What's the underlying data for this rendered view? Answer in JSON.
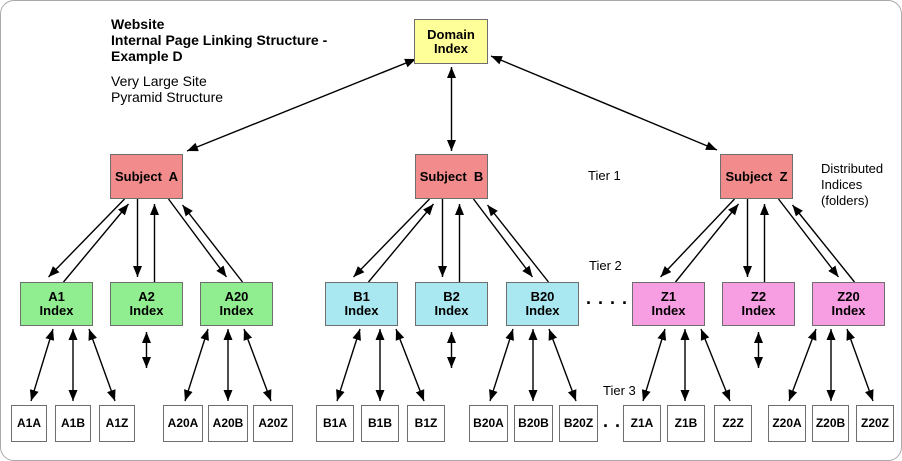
{
  "header": {
    "title": "Website\nInternal Page Linking Structure -\nExample D",
    "subtitle": "Very Large Site\nPyramid Structure"
  },
  "annotations": {
    "tier1_label": "Tier 1",
    "tier2_label": "Tier 2",
    "tier3_label": "Tier 3",
    "distributed_label": "Distributed\nIndices\n(folders)",
    "tier2_ellipsis": ". . . .",
    "tier3_ellipsis": ". ."
  },
  "colors": {
    "domain_fill": "#ffff99",
    "subject_fill": "#f28c8c",
    "index_a_fill": "#90ee90",
    "index_b_fill": "#a9e8f0",
    "index_z_fill": "#f79de2",
    "tier3_fill": "#ffffff",
    "box_border": "#6e6e6e",
    "arrow": "#000000"
  },
  "nodes": {
    "domain": {
      "label": "Domain\nIndex"
    },
    "subjects": [
      {
        "id": "subject-a",
        "label": "Subject  A"
      },
      {
        "id": "subject-b",
        "label": "Subject  B"
      },
      {
        "id": "subject-z",
        "label": "Subject  Z"
      }
    ],
    "tier2": [
      {
        "id": "a1-index",
        "label": "A1\nIndex"
      },
      {
        "id": "a2-index",
        "label": "A2\nIndex"
      },
      {
        "id": "a20-index",
        "label": "A20\nIndex"
      },
      {
        "id": "b1-index",
        "label": "B1\nIndex"
      },
      {
        "id": "b2-index",
        "label": "B2\nIndex"
      },
      {
        "id": "b20-index",
        "label": "B20\nIndex"
      },
      {
        "id": "z1-index",
        "label": "Z1\nIndex"
      },
      {
        "id": "z2-index",
        "label": "Z2\nIndex"
      },
      {
        "id": "z20-index",
        "label": "Z20\nIndex"
      }
    ],
    "tier3": [
      {
        "id": "a1a",
        "label": "A1A"
      },
      {
        "id": "a1b",
        "label": "A1B"
      },
      {
        "id": "a1z",
        "label": "A1Z"
      },
      {
        "id": "a20a",
        "label": "A20A"
      },
      {
        "id": "a20b",
        "label": "A20B"
      },
      {
        "id": "a20z",
        "label": "A20Z"
      },
      {
        "id": "b1a",
        "label": "B1A"
      },
      {
        "id": "b1b",
        "label": "B1B"
      },
      {
        "id": "b1z",
        "label": "B1Z"
      },
      {
        "id": "b20a",
        "label": "B20A"
      },
      {
        "id": "b20b",
        "label": "B20B"
      },
      {
        "id": "b20z",
        "label": "B20Z"
      },
      {
        "id": "z1a",
        "label": "Z1A"
      },
      {
        "id": "z1b",
        "label": "Z1B"
      },
      {
        "id": "z2z",
        "label": "Z2Z"
      },
      {
        "id": "z20a",
        "label": "Z20A"
      },
      {
        "id": "z20b",
        "label": "Z20B"
      },
      {
        "id": "z20z",
        "label": "Z20Z"
      }
    ]
  }
}
